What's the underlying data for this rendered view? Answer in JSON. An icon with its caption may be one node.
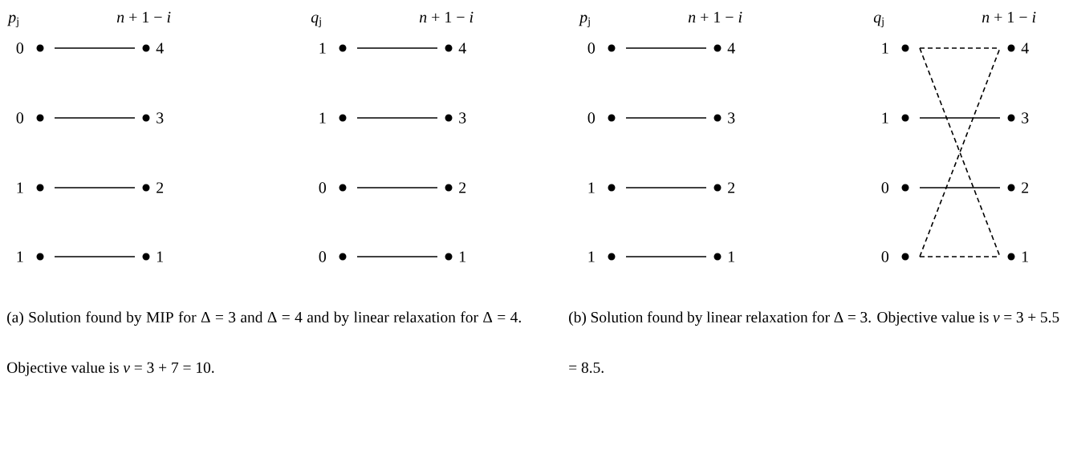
{
  "diagram": {
    "nodes": [
      {
        "text": [],
        "shape": "circle",
        "beside": [
          "0"
        ]
      },
      {
        "text": [],
        "shape": "circle",
        "beside": [
          "4"
        ]
      },
      {
        "text": [],
        "shape": "circle",
        "beside": [
          "0"
        ]
      },
      {
        "text": [],
        "shape": "circle",
        "beside": [
          "3"
        ]
      },
      {
        "text": [],
        "shape": "circle",
        "beside": [
          "1"
        ]
      },
      {
        "text": [],
        "shape": "circle",
        "beside": [
          "2"
        ]
      },
      {
        "text": [],
        "shape": "circle",
        "beside": [
          "1"
        ]
      },
      {
        "text": [],
        "shape": "circle",
        "beside": [
          "1"
        ]
      },
      {
        "text": [],
        "shape": "circle",
        "beside": [
          "1"
        ]
      },
      {
        "text": [],
        "shape": "circle",
        "beside": [
          "4"
        ]
      },
      {
        "text": [],
        "shape": "circle",
        "beside": [
          "1"
        ]
      },
      {
        "text": [],
        "shape": "circle",
        "beside": [
          "3"
        ]
      },
      {
        "text": [],
        "shape": "circle",
        "beside": [
          "0"
        ]
      },
      {
        "text": [],
        "shape": "circle",
        "beside": [
          "2"
        ]
      },
      {
        "text": [],
        "shape": "circle",
        "beside": [
          "0"
        ]
      },
      {
        "text": [],
        "shape": "circle",
        "beside": [
          "1"
        ]
      },
      {
        "text": [],
        "shape": "circle",
        "beside": [
          "0"
        ]
      },
      {
        "text": [],
        "shape": "circle",
        "beside": [
          "4"
        ]
      },
      {
        "text": [],
        "shape": "circle",
        "beside": [
          "0"
        ]
      },
      {
        "text": [],
        "shape": "circle",
        "beside": [
          "3"
        ]
      },
      {
        "text": [],
        "shape": "circle",
        "beside": [
          "1"
        ]
      },
      {
        "text": [],
        "shape": "circle",
        "beside": [
          "2"
        ]
      },
      {
        "text": [],
        "shape": "circle",
        "beside": [
          "1"
        ]
      },
      {
        "text": [],
        "shape": "circle",
        "beside": [
          "1"
        ]
      },
      {
        "text": [],
        "shape": "circle",
        "beside": [
          "1"
        ]
      },
      {
        "text": [],
        "shape": "circle",
        "beside": [
          "4"
        ]
      },
      {
        "text": [],
        "shape": "circle",
        "beside": [
          "1"
        ]
      },
      {
        "text": [],
        "shape": "circle",
        "beside": [
          "3"
        ]
      },
      {
        "text": [],
        "shape": "circle",
        "beside": [
          "0"
        ]
      },
      {
        "text": [],
        "shape": "circle",
        "beside": [
          "2"
        ]
      },
      {
        "text": [],
        "shape": "circle",
        "beside": [
          "0"
        ]
      },
      {
        "text": [],
        "shape": "circle",
        "beside": [
          "1"
        ]
      }
    ],
    "edges": [
      {
        "from": 0,
        "to": 1,
        "arrow": "none"
      },
      {
        "from": 2,
        "to": 3,
        "arrow": "none"
      },
      {
        "from": 4,
        "to": 5,
        "arrow": "none"
      },
      {
        "from": 6,
        "to": 7,
        "arrow": "none"
      },
      {
        "from": 8,
        "to": 9,
        "arrow": "none"
      },
      {
        "from": 10,
        "to": 11,
        "arrow": "none"
      },
      {
        "from": 12,
        "to": 13,
        "arrow": "none"
      },
      {
        "from": 14,
        "to": 15,
        "arrow": "none"
      },
      {
        "from": 16,
        "to": 17,
        "arrow": "none"
      },
      {
        "from": 18,
        "to": 19,
        "arrow": "none"
      },
      {
        "from": 20,
        "to": 21,
        "arrow": "none"
      },
      {
        "from": 22,
        "to": 23,
        "arrow": "none"
      },
      {
        "from": 24,
        "to": 25,
        "arrow": "none",
        "style": "dashed"
      },
      {
        "from": 24,
        "to": 31,
        "arrow": "none",
        "style": "dashed"
      },
      {
        "from": 26,
        "to": 27,
        "arrow": "none"
      },
      {
        "from": 28,
        "to": 29,
        "arrow": "none"
      },
      {
        "from": 30,
        "to": 25,
        "arrow": "none",
        "style": "dashed"
      },
      {
        "from": 30,
        "to": 31,
        "arrow": "none",
        "style": "dashed"
      }
    ],
    "labels": [
      "*p*$_{j}$",
      "*n* + 1 − *i*",
      "*q*$_{j}$",
      "*n* + 1 − *i*",
      "*p*$_{j}$",
      "*n* + 1 − *i*",
      "*q*$_{j}$",
      "*n* + 1 − *i*",
      "(a) Solution found by MIP for Δ = 3 and Δ = 4 and by linear relaxation for Δ = 4. Objective value is *v* = 3 + 7 = 10.",
      "(b) Solution found by linear relaxation for Δ = 3. Objective value is *v* = 3 + 5.5 = 8.5."
    ]
  }
}
